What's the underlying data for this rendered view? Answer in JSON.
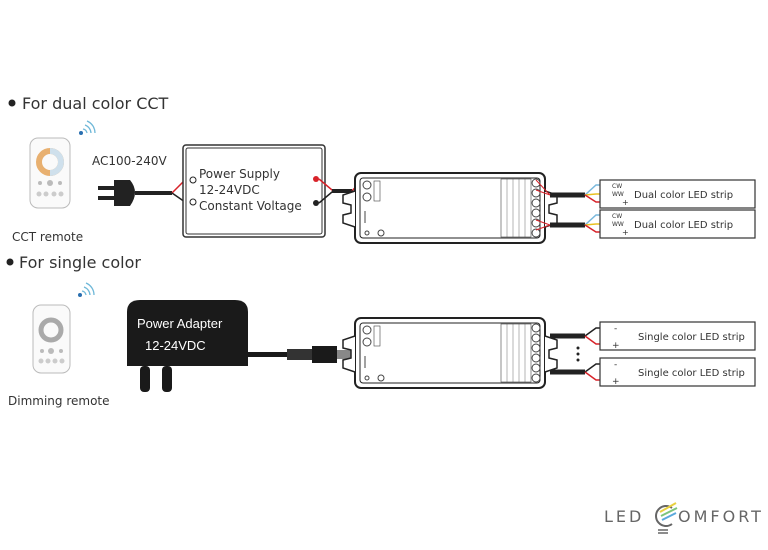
{
  "sections": [
    {
      "title": "For dual color CCT",
      "remote_label": "CCT remote",
      "input_label": "AC100-240V",
      "power_supply": {
        "line1": "Power Supply",
        "line2": "12-24VDC",
        "line3": "Constant Voltage"
      },
      "strips": [
        {
          "label": "Dual color LED strip",
          "terminals": [
            "CW",
            "WW",
            "+"
          ]
        },
        {
          "label": "Dual color LED strip",
          "terminals": [
            "CW",
            "WW",
            "+"
          ]
        }
      ]
    },
    {
      "title": "For single color",
      "remote_label": "Dimming remote",
      "adapter": {
        "line1": "Power Adapter",
        "line2": "12-24VDC"
      },
      "strips": [
        {
          "label": "Single color LED strip",
          "terminals": [
            "-",
            "+"
          ]
        },
        {
          "label": "Single color LED strip",
          "terminals": [
            "-",
            "+"
          ]
        }
      ]
    }
  ],
  "logo": {
    "left": "LED",
    "right": "OMFORT"
  },
  "colors": {
    "red": "#d8232a",
    "yellow": "#e8c020",
    "blue": "#7ab8dc",
    "black": "#1a1a1a"
  }
}
